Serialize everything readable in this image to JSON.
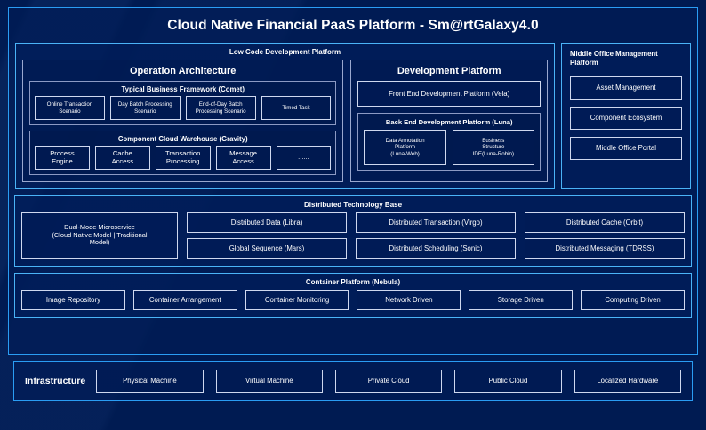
{
  "title": "Cloud Native Financial PaaS Platform - Sm@rtGalaxy4.0",
  "low_code": {
    "title": "Low Code Development Platform",
    "operation_architecture": {
      "title": "Operation Architecture",
      "comet": {
        "title": "Typical Business Framework (Comet)",
        "items": [
          "Online Transaction\nScenario",
          "Day Batch Processing\nScenario",
          "End-of-Day Batch\nProcessing Scenario",
          "Timed Task"
        ]
      },
      "gravity": {
        "title": "Component Cloud Warehouse (Gravity)",
        "items": [
          "Process\nEngine",
          "Cache\nAccess",
          "Transaction\nProcessing",
          "Message\nAccess",
          "......"
        ]
      }
    },
    "development_platform": {
      "title": "Development Platform",
      "front_end": "Front End Development Platform (Vela)",
      "back_end": {
        "title": "Back End Development Platform (Luna)",
        "items": [
          "Data Annotation\nPlatform\n(Luna-Web)",
          "Business\nStructure\nIDE(Luna-Robin)"
        ]
      }
    }
  },
  "middle_office": {
    "title": "Middle Office Management\nPlatform",
    "items": [
      "Asset Management",
      "Component Ecosystem",
      "Middle Office Portal"
    ]
  },
  "distributed_technology_base": {
    "title": "Distributed Technology Base",
    "dual_mode": "Dual-Mode Microservice\n(Cloud Native Model | Traditional\nModel)",
    "columns": [
      [
        "Distributed Data (Libra)",
        "Global Sequence (Mars)"
      ],
      [
        "Distributed Transaction (Virgo)",
        "Distributed Scheduling (Sonic)"
      ],
      [
        "Distributed Cache (Orbit)",
        "Distributed Messaging (TDRSS)"
      ]
    ]
  },
  "container_platform": {
    "title": "Container Platform (Nebula)",
    "items": [
      "Image Repository",
      "Container Arrangement",
      "Container Monitoring",
      "Network Driven",
      "Storage Driven",
      "Computing Driven"
    ]
  },
  "infrastructure": {
    "label": "Infrastructure",
    "items": [
      "Physical Machine",
      "Virtual Machine",
      "Private Cloud",
      "Public Cloud",
      "Localized Hardware"
    ]
  },
  "colors": {
    "background": "#001b52",
    "outer_border": "#2a9df4",
    "panel_border": "#4ab3f7",
    "chip_border": "#cfd8ef",
    "text": "#ffffff"
  }
}
